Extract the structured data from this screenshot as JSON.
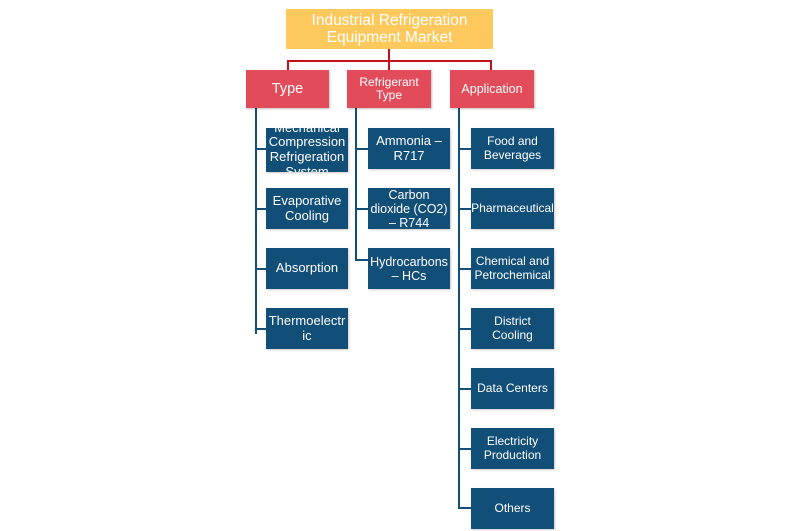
{
  "root": {
    "title": "Industrial Refrigeration Equipment Market"
  },
  "categories": [
    {
      "label": "Type",
      "items": [
        "Mechanical Compression Refrigeration System",
        "Evaporative Cooling",
        "Absorption",
        "Thermoelectric"
      ]
    },
    {
      "label": "Refrigerant Type",
      "items": [
        "Ammonia – R717",
        "Carbon dioxide (CO2) – R744",
        "Hydrocarbons – HCs"
      ]
    },
    {
      "label": "Application",
      "items": [
        "Food and Beverages",
        "Pharmaceutical",
        "Chemical and Petrochemical",
        "District Cooling",
        "Data Centers",
        "Electricity Production",
        "Others"
      ]
    }
  ],
  "colors": {
    "root": "#fdc95c",
    "category": "#e24b5a",
    "leaf": "#114e78",
    "connector_red": "#c0111d"
  }
}
